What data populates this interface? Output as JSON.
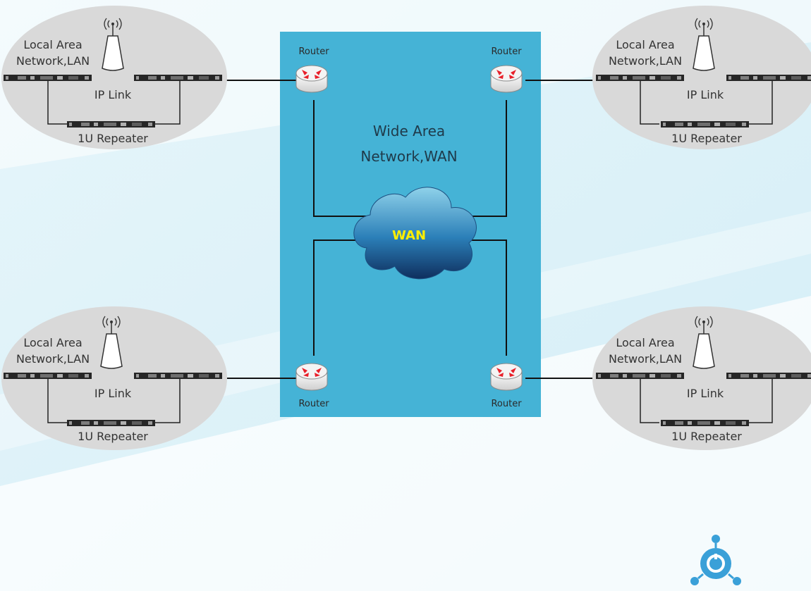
{
  "wan": {
    "title_line1": "Wide Area",
    "title_line2": "Network,WAN",
    "cloud_label": "WAN"
  },
  "routers": [
    {
      "label": "Router"
    },
    {
      "label": "Router"
    },
    {
      "label": "Router"
    },
    {
      "label": "Router"
    }
  ],
  "lans": [
    {
      "line1": "Local Area",
      "line2": "Network,LAN",
      "link": "IP Link",
      "repeater": "1U Repeater"
    },
    {
      "line1": "Local Area",
      "line2": "Network,LAN",
      "link": "IP Link",
      "repeater": "1U Repeater"
    },
    {
      "line1": "Local Area",
      "line2": "Network,LAN",
      "link": "IP Link",
      "repeater": "1U Repeater"
    },
    {
      "line1": "Local Area",
      "line2": "Network,LAN",
      "link": "IP Link",
      "repeater": "1U Repeater"
    }
  ],
  "colors": {
    "wan_panel": "#45b3d6",
    "lan_ellipse": "#d9d9d9",
    "router_arrow": "#e8202a",
    "wan_label": "#ffee00",
    "logo": "#3aa0d8"
  }
}
